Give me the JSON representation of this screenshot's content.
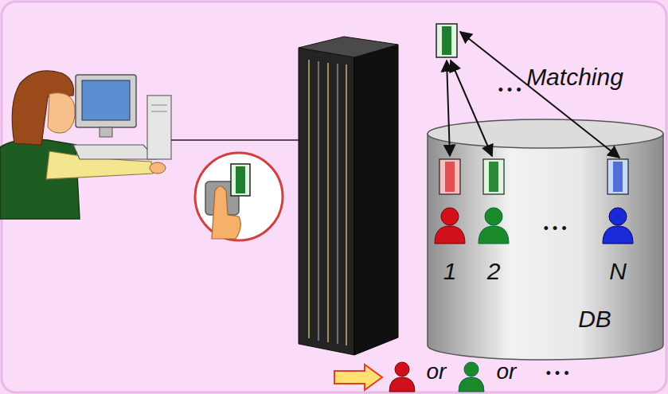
{
  "diagram": {
    "nodes": [
      {
        "text": [
          "1",
          "2",
          "N",
          "DB"
        ]
      }
    ],
    "labels": [
      "Matching",
      "• • •",
      "• • •",
      "or",
      "or",
      "• • •"
    ]
  }
}
